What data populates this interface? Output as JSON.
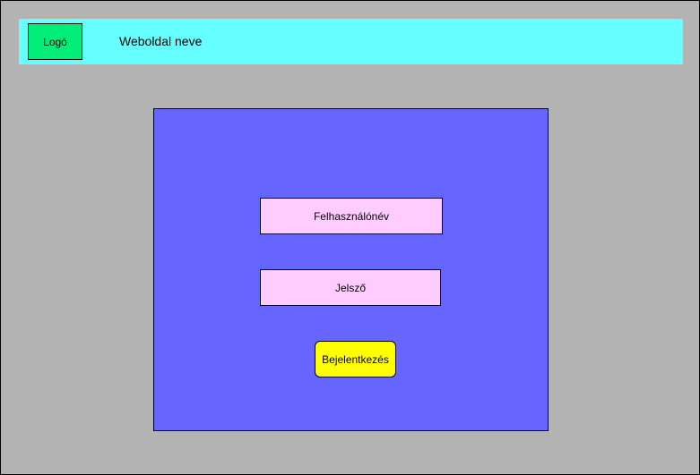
{
  "colors": {
    "page_background": "#b3b3b3",
    "header_background": "#66ffff",
    "logo_background": "#00ee77",
    "panel_background": "#6666ff",
    "field_background": "#ffccff",
    "button_background": "#ffff00"
  },
  "header": {
    "logo_label": "Logó",
    "site_name": "Weboldal neve"
  },
  "login": {
    "username_label": "Felhasználónév",
    "password_label": "Jelsző",
    "submit_label": "Bejelentkezés"
  }
}
